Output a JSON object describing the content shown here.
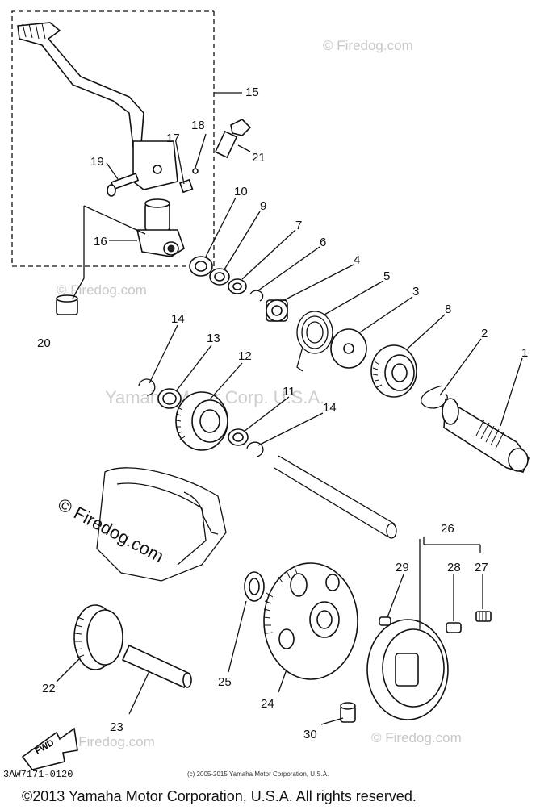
{
  "diagram": {
    "part_numbers": {
      "p1": "1",
      "p2": "2",
      "p3": "3",
      "p4": "4",
      "p5": "5",
      "p6": "6",
      "p7": "7",
      "p8": "8",
      "p9": "9",
      "p10": "10",
      "p11": "11",
      "p12": "12",
      "p13": "13",
      "p14a": "14",
      "p14b": "14",
      "p15": "15",
      "p16": "16",
      "p17": "17",
      "p18": "18",
      "p19": "19",
      "p20": "20",
      "p21": "21",
      "p22": "22",
      "p23": "23",
      "p24": "24",
      "p25": "25",
      "p26": "26",
      "p27": "27",
      "p28": "28",
      "p29": "29",
      "p30": "30"
    },
    "fwd_label": "FWD",
    "drawing_code": "3AW7171-0120"
  },
  "watermarks": {
    "top_right": "© Firedog.com",
    "left_mid": "© Firedog.com",
    "center": "Yamaha Motor Corp. U.S.A.",
    "bottom_right": "© Firedog.com",
    "bottom_left": "© Firedog.com",
    "small_copyright": "(c) 2005-2015 Yamaha Motor Corporation, U.S.A."
  },
  "footer": {
    "copyright": "©2013 Yamaha Motor Corporation, U.S.A. All rights reserved."
  }
}
